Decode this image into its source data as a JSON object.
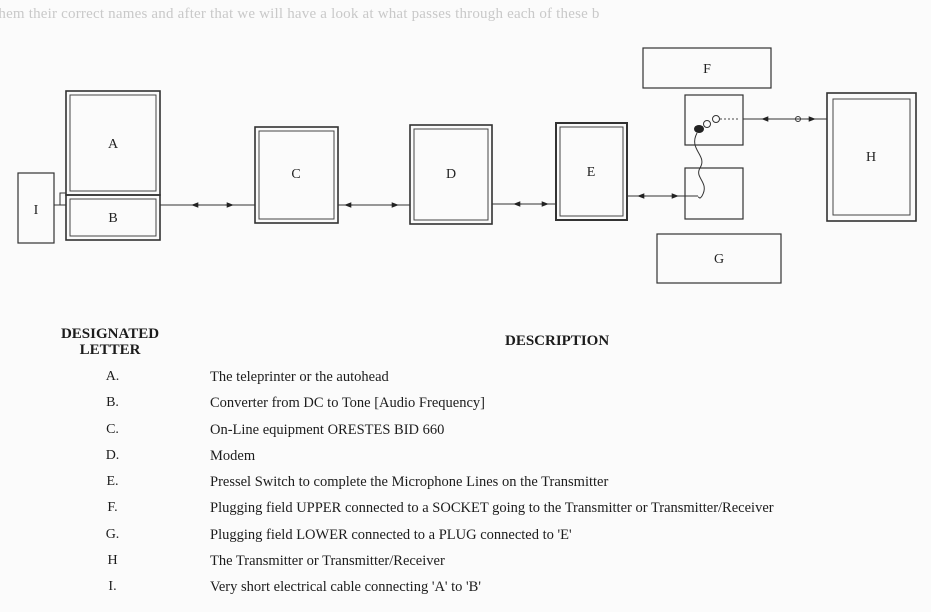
{
  "page": {
    "faded_top_text": "them their correct names and after that we will have a look at what passes through each of these b"
  },
  "diagram": {
    "labels": {
      "A": "A",
      "B": "B",
      "C": "C",
      "D": "D",
      "E": "E",
      "F": "F",
      "G": "G",
      "H": "H",
      "I": "I"
    }
  },
  "table": {
    "header_letter": "DESIGNATED LETTER",
    "header_description": "DESCRIPTION",
    "rows": [
      {
        "letter": "A.",
        "description": "The teleprinter or the autohead"
      },
      {
        "letter": "B.",
        "description": "Converter from DC to Tone [Audio Frequency]"
      },
      {
        "letter": "C.",
        "description": "On-Line equipment ORESTES BID 660"
      },
      {
        "letter": "D.",
        "description": "Modem"
      },
      {
        "letter": "E.",
        "description": "Pressel Switch to complete the Microphone Lines on the Transmitter"
      },
      {
        "letter": "F.",
        "description": "Plugging field UPPER connected to a SOCKET going to  the Transmitter or Transmitter/Receiver"
      },
      {
        "letter": "G.",
        "description": "Plugging field LOWER connected to a PLUG connected to 'E'"
      },
      {
        "letter": "H",
        "description": "The Transmitter or Transmitter/Receiver"
      },
      {
        "letter": "I.",
        "description": "Very short electrical cable connecting 'A' to 'B'"
      }
    ]
  }
}
